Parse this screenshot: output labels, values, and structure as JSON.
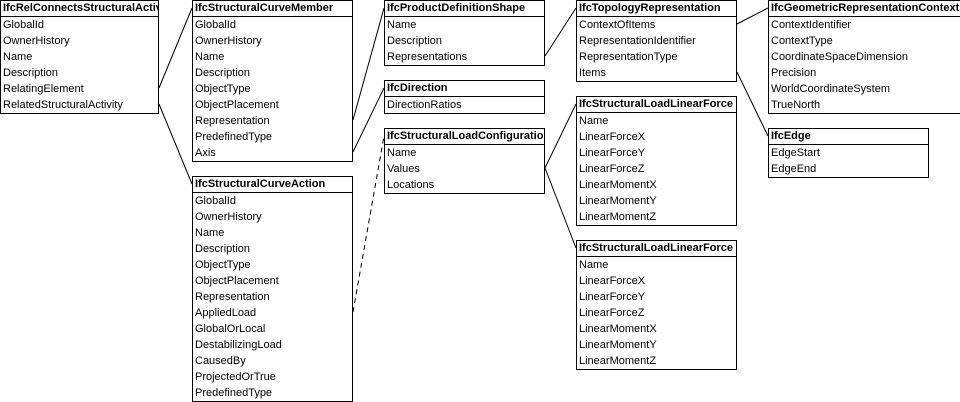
{
  "entities": [
    {
      "id": "rel",
      "title": "IfcRelConnectsStructuralActivity",
      "attributes": [
        "GlobalId",
        "OwnerHistory",
        "Name",
        "Description",
        "RelatingElement",
        "RelatedStructuralActivity"
      ]
    },
    {
      "id": "member",
      "title": "IfcStructuralCurveMember",
      "attributes": [
        "GlobalId",
        "OwnerHistory",
        "Name",
        "Description",
        "ObjectType",
        "ObjectPlacement",
        "Representation",
        "PredefinedType",
        "Axis"
      ]
    },
    {
      "id": "action",
      "title": "IfcStructuralCurveAction",
      "attributes": [
        "GlobalId",
        "OwnerHistory",
        "Name",
        "Description",
        "ObjectType",
        "ObjectPlacement",
        "Representation",
        "AppliedLoad",
        "GlobalOrLocal",
        "DestabilizingLoad",
        "CausedBy",
        "ProjectedOrTrue",
        "PredefinedType"
      ]
    },
    {
      "id": "pds",
      "title": "IfcProductDefinitionShape",
      "attributes": [
        "Name",
        "Description",
        "Representations"
      ]
    },
    {
      "id": "direction",
      "title": "IfcDirection",
      "attributes": [
        "DirectionRatios"
      ]
    },
    {
      "id": "loadconfig",
      "title": "IfcStructuralLoadConfiguration",
      "attributes": [
        "Name",
        "Values",
        "Locations"
      ]
    },
    {
      "id": "topo",
      "title": "IfcTopologyRepresentation",
      "attributes": [
        "ContextOfItems",
        "RepresentationIdentifier",
        "RepresentationType",
        "Items"
      ]
    },
    {
      "id": "force1",
      "title": "IfcStructuralLoadLinearForce",
      "attributes": [
        "Name",
        "LinearForceX",
        "LinearForceY",
        "LinearForceZ",
        "LinearMomentX",
        "LinearMomentY",
        "LinearMomentZ"
      ]
    },
    {
      "id": "force2",
      "title": "IfcStructuralLoadLinearForce",
      "attributes": [
        "Name",
        "LinearForceX",
        "LinearForceY",
        "LinearForceZ",
        "LinearMomentX",
        "LinearMomentY",
        "LinearMomentZ"
      ]
    },
    {
      "id": "context",
      "title": "IfcGeometricRepresentationContext",
      "attributes": [
        "ContextIdentifier",
        "ContextType",
        "CoordinateSpaceDimension",
        "Precision",
        "WorldCoordinateSystem",
        "TrueNorth"
      ]
    },
    {
      "id": "edge",
      "title": "IfcEdge",
      "attributes": [
        "EdgeStart",
        "EdgeEnd"
      ]
    }
  ],
  "links": [
    {
      "from": "rel",
      "attr": "RelatingElement",
      "to": "member",
      "style": "solid"
    },
    {
      "from": "rel",
      "attr": "RelatedStructuralActivity",
      "to": "action",
      "style": "solid"
    },
    {
      "from": "member",
      "attr": "Representation",
      "to": "pds",
      "style": "solid"
    },
    {
      "from": "member",
      "attr": "Axis",
      "to": "direction",
      "style": "solid"
    },
    {
      "from": "action",
      "attr": "AppliedLoad",
      "to": "loadconfig",
      "style": "dashed"
    },
    {
      "from": "pds",
      "attr": "Representations",
      "to": "topo",
      "style": "solid"
    },
    {
      "from": "topo",
      "attr": "ContextOfItems",
      "to": "context",
      "style": "solid"
    },
    {
      "from": "topo",
      "attr": "Items",
      "to": "edge",
      "style": "solid"
    },
    {
      "from": "loadconfig",
      "attr": "Values",
      "to": "force1",
      "style": "solid"
    },
    {
      "from": "loadconfig",
      "attr": "Values",
      "to": "force2",
      "style": "solid"
    }
  ]
}
